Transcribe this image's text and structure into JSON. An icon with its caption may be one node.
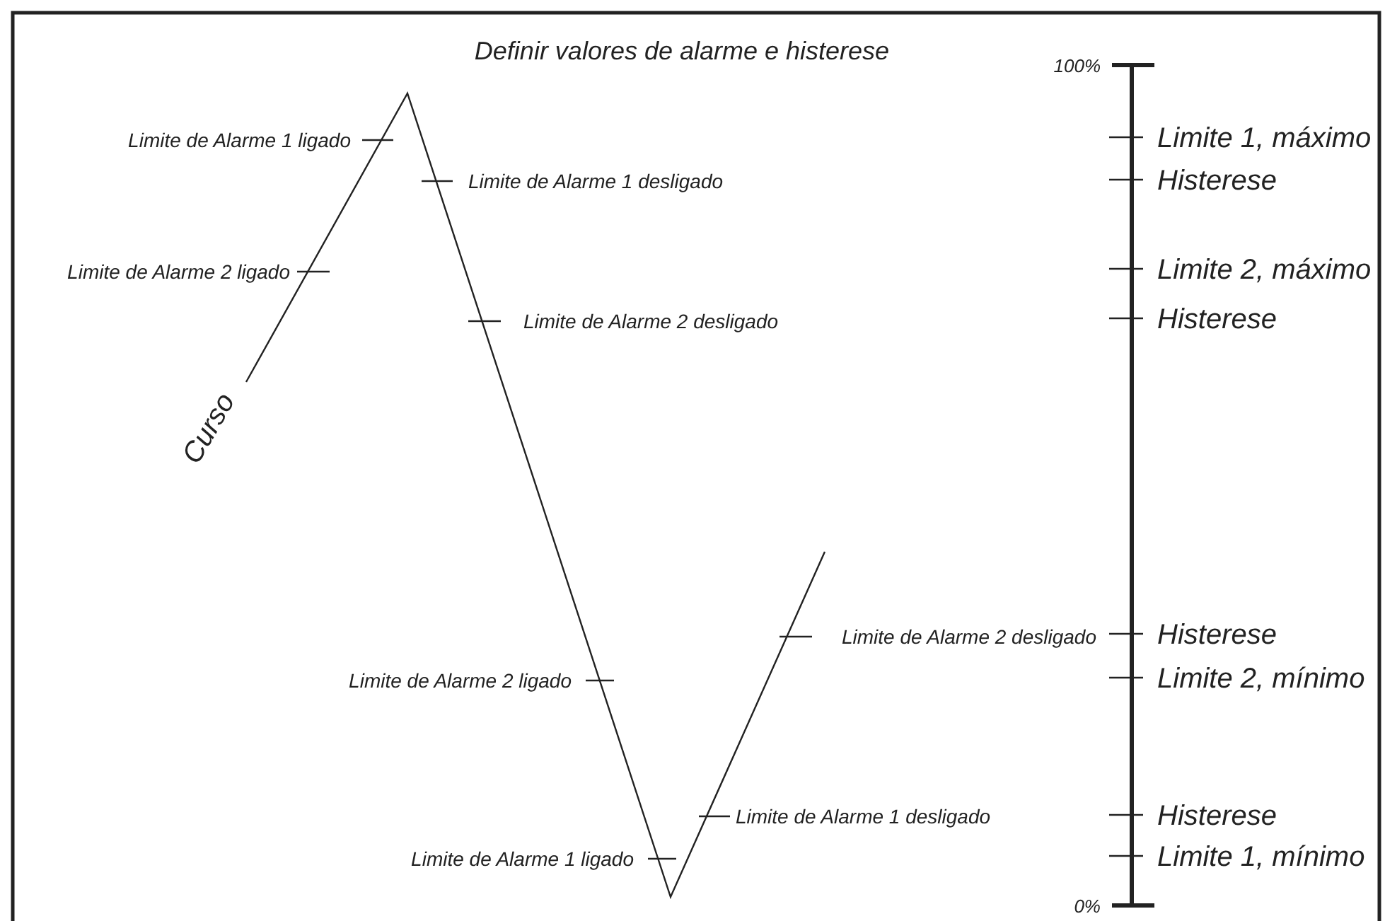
{
  "diagram": {
    "title": "Definir valores de alarme e histerese",
    "labels": [
      "100%",
      "Limite de Alarme 1 ligado",
      "Limite 1, máximo",
      "Limite de Alarme 1 desligado",
      "Histerese",
      "Limite de Alarme 2 ligado",
      "Limite 2, máximo",
      "Limite de Alarme 2 desligado",
      "Histerese",
      "Curso",
      "Limite de Alarme 2 desligado",
      "Histerese",
      "Limite de Alarme 2 ligado",
      "Limite 2, mínimo",
      "Limite de Alarme 1 desligado",
      "Histerese",
      "Limite de Alarme 1 ligado",
      "Limite 1, mínimo",
      "0%"
    ]
  }
}
